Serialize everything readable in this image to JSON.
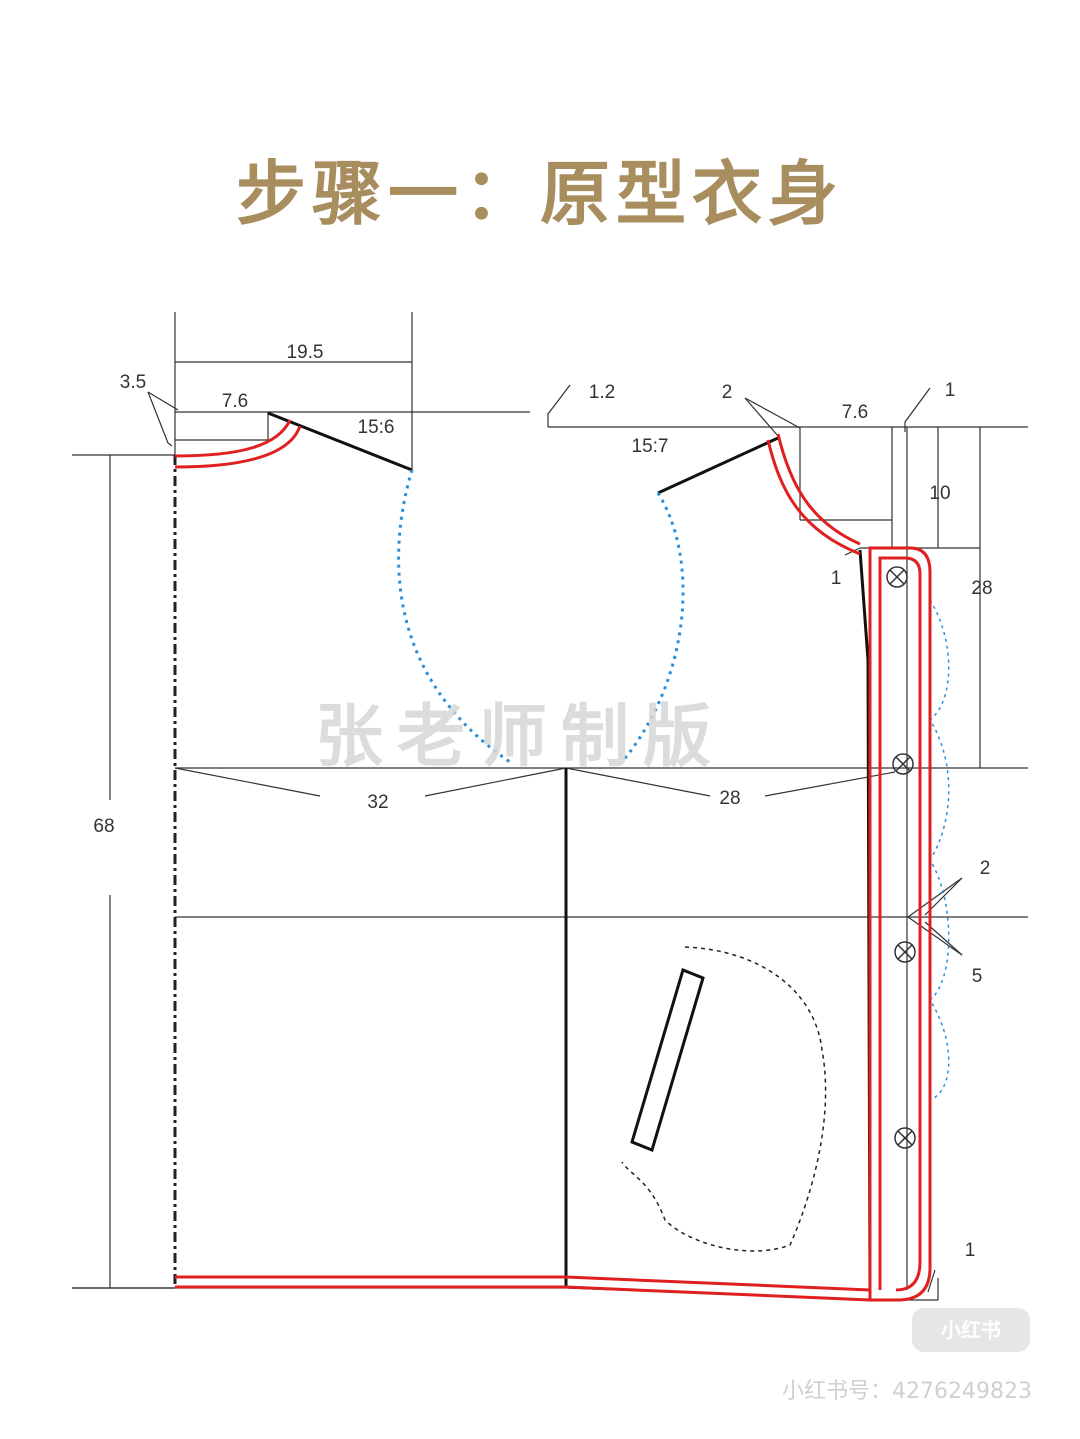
{
  "title": "步骤一：原型衣身",
  "dimensions": {
    "back_neck_width_total": "19.5",
    "back_neck_rise": "3.5",
    "back_neck_width": "7.6",
    "back_shoulder": "15:6",
    "front_shoulder_drop": "1.2",
    "front_shoulder": "15:7",
    "front_neck_rise": "2",
    "front_neck_width": "7.6",
    "front_extension": "1",
    "neck_depth": "10",
    "button_to_chest": "28",
    "neck_point_offset": "1",
    "length": "68",
    "back_chest": "32",
    "front_chest": "28",
    "hem_offset_a": "2",
    "hem_offset_b": "5",
    "hem_extension": "1"
  },
  "watermark": {
    "main": "张老师制版",
    "logo": "小红书",
    "account": "小红书号：4276249823"
  },
  "colors": {
    "title": "#a88d5f",
    "seam": "#e02020",
    "armhole": "#2a8fd8",
    "line": "#222222"
  }
}
